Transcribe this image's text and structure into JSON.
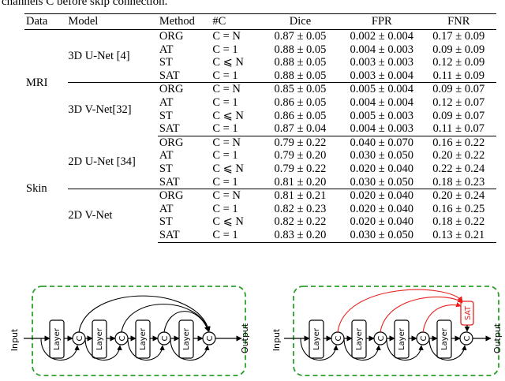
{
  "caption_fragment": "channels C before skip connection.",
  "table": {
    "headers": [
      "Data",
      "Model",
      "Method",
      "#C",
      "Dice",
      "FPR",
      "FNR"
    ],
    "groups": [
      {
        "data": "MRI",
        "models": [
          {
            "name": "3D U-Net [4]",
            "rows": [
              [
                "ORG",
                "C = N",
                "0.87 ± 0.05",
                "0.002 ± 0.004",
                "0.17 ± 0.09"
              ],
              [
                "AT",
                "C = 1",
                "0.88 ± 0.05",
                "0.004 ± 0.003",
                "0.09 ± 0.09"
              ],
              [
                "ST",
                "C ⩽ N",
                "0.88 ± 0.05",
                "0.003 ± 0.003",
                "0.12 ± 0.09"
              ],
              [
                "SAT",
                "C = 1",
                "0.88 ± 0.05",
                "0.003 ± 0.004",
                "0.11 ± 0.09"
              ]
            ]
          },
          {
            "name": "3D V-Net[32]",
            "rows": [
              [
                "ORG",
                "C = N",
                "0.85 ± 0.05",
                "0.005 ± 0.004",
                "0.09 ± 0.07"
              ],
              [
                "AT",
                "C = 1",
                "0.86 ± 0.05",
                "0.004 ± 0.004",
                "0.12 ± 0.07"
              ],
              [
                "ST",
                "C ⩽ N",
                "0.86 ± 0.05",
                "0.005 ± 0.003",
                "0.09 ± 0.07"
              ],
              [
                "SAT",
                "C = 1",
                "0.87 ± 0.04",
                "0.004 ± 0.003",
                "0.11 ± 0.07"
              ]
            ]
          }
        ]
      },
      {
        "data": "Skin",
        "models": [
          {
            "name": "2D U-Net [34]",
            "rows": [
              [
                "ORG",
                "C = N",
                "0.79 ± 0.22",
                "0.040 ± 0.070",
                "0.16 ± 0.22"
              ],
              [
                "AT",
                "C = 1",
                "0.79 ± 0.20",
                "0.030 ± 0.050",
                "0.20 ± 0.22"
              ],
              [
                "ST",
                "C ⩽ N",
                "0.79 ± 0.22",
                "0.020 ± 0.040",
                "0.22 ± 0.24"
              ],
              [
                "SAT",
                "C = 1",
                "0.81 ± 0.20",
                "0.030 ± 0.050",
                "0.18 ± 0.23"
              ]
            ]
          },
          {
            "name": "2D V-Net",
            "rows": [
              [
                "ORG",
                "C = N",
                "0.81 ± 0.21",
                "0.020 ± 0.040",
                "0.20 ± 0.24"
              ],
              [
                "AT",
                "C = 1",
                "0.82 ± 0.23",
                "0.020 ± 0.040",
                "0.16 ± 0.25"
              ],
              [
                "ST",
                "C ⩽ N",
                "0.82 ± 0.22",
                "0.020 ± 0.040",
                "0.18 ± 0.22"
              ],
              [
                "SAT",
                "C = 1",
                "0.83 ± 0.20",
                "0.030 ± 0.050",
                "0.13 ± 0.21"
              ]
            ]
          }
        ]
      }
    ]
  },
  "diagrams": {
    "left": {
      "input": "Input",
      "output": "Output",
      "layer": "Layer",
      "concat": "C"
    },
    "right": {
      "input": "Input",
      "output": "Output",
      "layer": "Layer",
      "concat": "C",
      "sat": "SAT"
    },
    "colors": {
      "border": "#2ba02b",
      "arrow": "#000000",
      "highlight": "#e8201c"
    }
  }
}
